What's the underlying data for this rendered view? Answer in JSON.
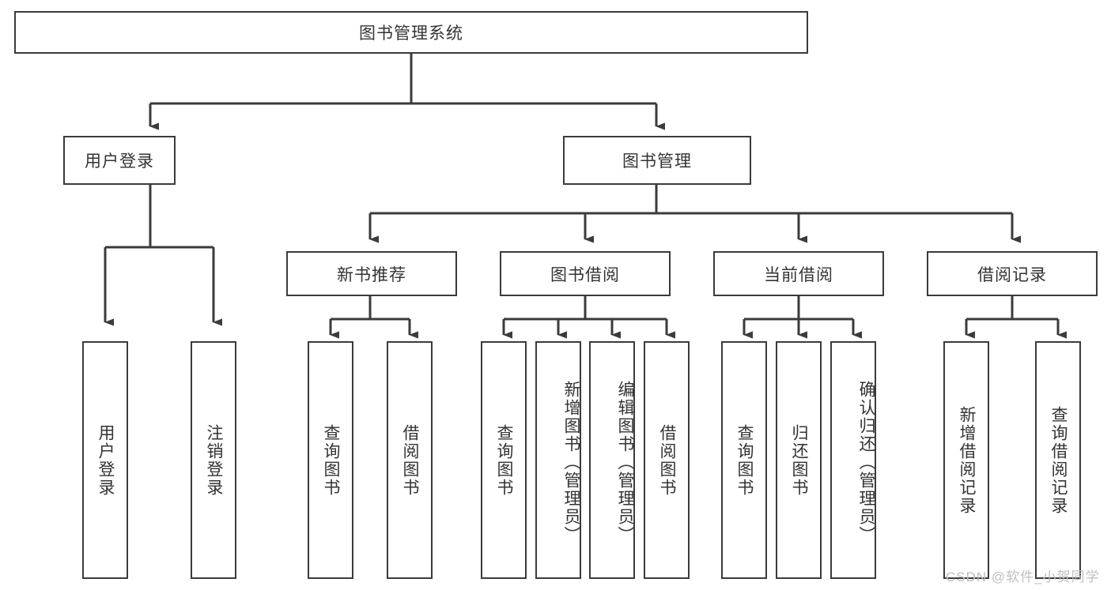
{
  "diagram": {
    "title": "图书管理系统",
    "type": "hierarchy-tree",
    "root": {
      "label": "图书管理系统"
    },
    "level1": [
      {
        "label": "用户登录"
      },
      {
        "label": "图书管理"
      }
    ],
    "level2": [
      {
        "label": "新书推荐"
      },
      {
        "label": "图书借阅"
      },
      {
        "label": "当前借阅"
      },
      {
        "label": "借阅记录"
      }
    ],
    "leaves": {
      "user_login": [
        {
          "label": "用户登录"
        },
        {
          "label": "注销登录"
        }
      ],
      "new_book_recommend": [
        {
          "label": "查询图书"
        },
        {
          "label": "借阅图书"
        }
      ],
      "book_borrow": [
        {
          "label": "查询图书"
        },
        {
          "label": "新增图书（管理员）"
        },
        {
          "label": "编辑图书（管理员）"
        },
        {
          "label": "借阅图书"
        }
      ],
      "current_borrow": [
        {
          "label": "查询图书"
        },
        {
          "label": "归还图书"
        },
        {
          "label": "确认归还（管理员）"
        }
      ],
      "borrow_record": [
        {
          "label": "新增借阅记录"
        },
        {
          "label": "查询借阅记录"
        }
      ]
    }
  },
  "watermark": {
    "text": "CSDN @软件_小贺同学"
  },
  "colors": {
    "stroke": "#3b3b3b",
    "text": "#333333",
    "background": "#ffffff",
    "watermark": "#bfbfbf"
  }
}
